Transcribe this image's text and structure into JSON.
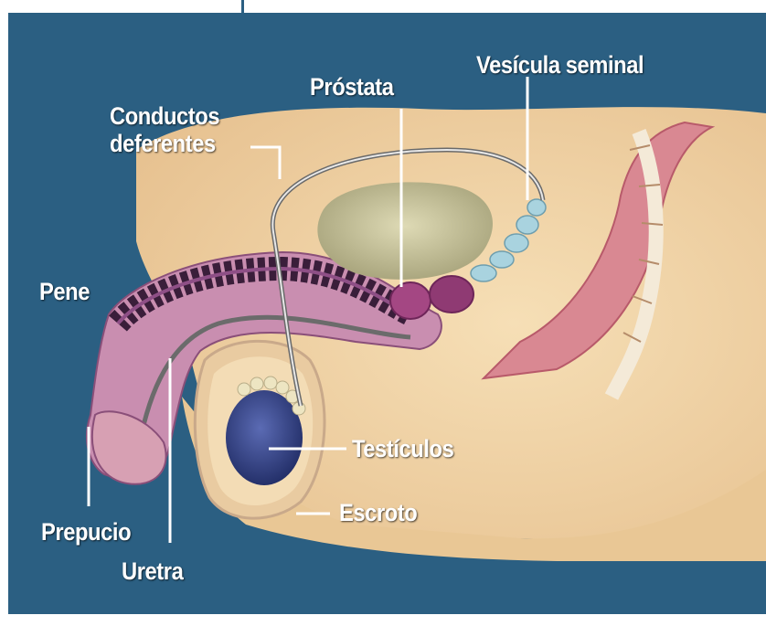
{
  "labels": {
    "vesicula": "Vesícula seminal",
    "prostata": "Próstata",
    "conductos_1": "Conductos",
    "conductos_2": "deferentes",
    "pene": "Pene",
    "testiculos": "Testículos",
    "escroto": "Escroto",
    "prepucio": "Prepucio",
    "uretra": "Uretra"
  },
  "colors": {
    "background": "#2b5f82",
    "skin": "#efd3a5",
    "bladder": "#c9c39a",
    "prostate": "#9c3a7a",
    "vesicle": "#a9d3df",
    "testicle": "#3d4b8f",
    "urethra": "#c97aa6",
    "rectum": "#d9838d"
  }
}
